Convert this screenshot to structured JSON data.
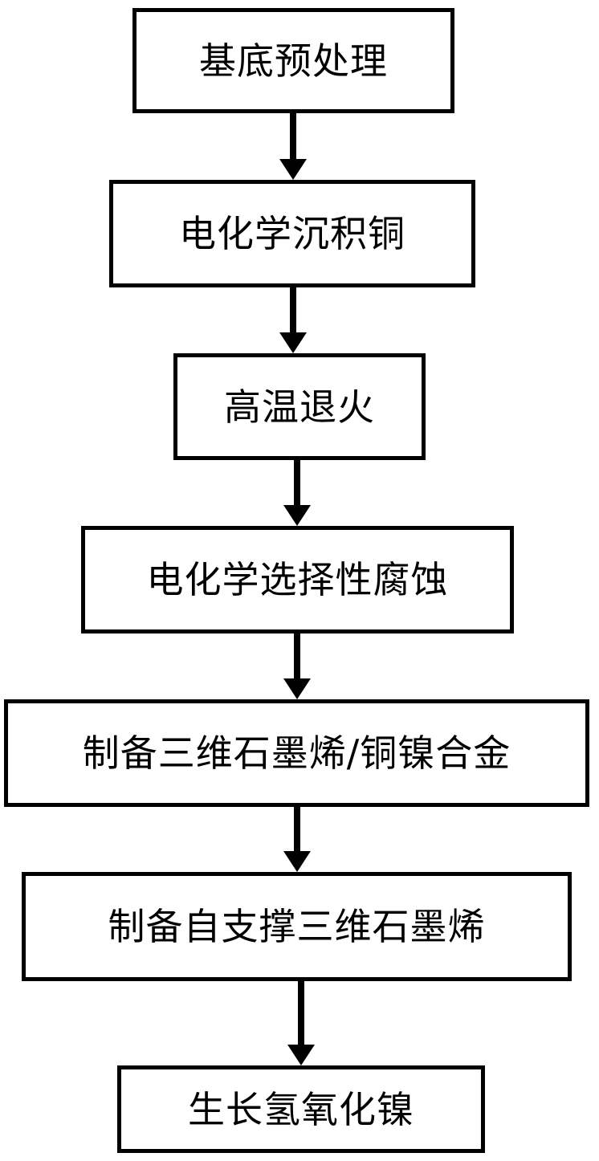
{
  "diagram": {
    "type": "flowchart",
    "orientation": "vertical",
    "background_color": "#ffffff",
    "line_color": "#000000",
    "text_color": "#000000",
    "nodes": [
      {
        "id": "step1",
        "label": "基底预处理"
      },
      {
        "id": "step2",
        "label": "电化学沉积铜"
      },
      {
        "id": "step3",
        "label": "高温退火"
      },
      {
        "id": "step4",
        "label": "电化学选择性腐蚀"
      },
      {
        "id": "step5",
        "label": "制备三维石墨烯/铜镍合金"
      },
      {
        "id": "step6",
        "label": "制备自支撑三维石墨烯"
      },
      {
        "id": "step7",
        "label": "生长氢氧化镍"
      }
    ],
    "edges": [
      {
        "id": "edge1",
        "from": "step1",
        "to": "step2"
      },
      {
        "id": "edge2",
        "from": "step2",
        "to": "step3"
      },
      {
        "id": "edge3",
        "from": "step3",
        "to": "step4"
      },
      {
        "id": "edge4",
        "from": "step4",
        "to": "step5"
      },
      {
        "id": "edge5",
        "from": "step5",
        "to": "step6"
      },
      {
        "id": "edge6",
        "from": "step6",
        "to": "step7"
      }
    ]
  }
}
